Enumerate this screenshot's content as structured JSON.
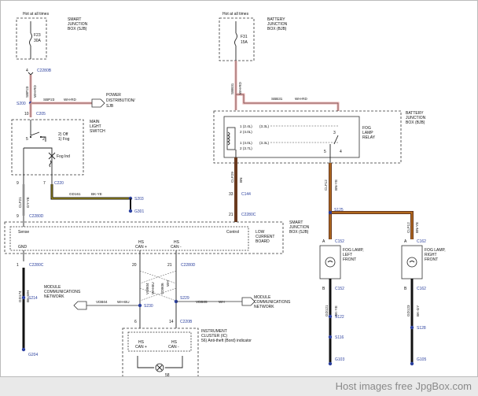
{
  "labels": {
    "hot1": "Hot at all times",
    "hot2": "Hot at all times",
    "sjb_top_1": "SMART",
    "sjb_top_2": "JUNCTION",
    "sjb_top_3": "BOX (SJB)",
    "bjb_top_1": "BATTERY",
    "bjb_top_2": "JUNCTION",
    "bjb_top_3": "BOX (BJB)",
    "fuse_f23_id": "F23",
    "fuse_f23_rating": "30A",
    "fuse_f31_id": "F31",
    "fuse_f31_rating": "15A",
    "pin4": "4",
    "c2280b": "C2280B",
    "sbp23_vert": "SBP23",
    "whrd_vert": "WH-RD",
    "s200": "S200",
    "sbp23_h": "SBP23",
    "whrd_h": "WH-RD",
    "pd_1": "POWER",
    "pd_2": "DISTRIBUTION/",
    "pd_3": "SJB",
    "pin10": "10",
    "c205": "C205",
    "mls_1": "MAIN",
    "mls_2": "LIGHT",
    "mls_3": "SWITCH",
    "sw_5": "5",
    "sw_2": "2",
    "sw_off": "2) Off",
    "sw_fog": "1) Fog",
    "fog_ind": "Fog Ind",
    "pin9_top": "9",
    "pin7": "7",
    "c220": "C220",
    "clf21": "CLF21",
    "gyyr": "GY-YE",
    "gd161": "GD161",
    "bkye_mid": "BK-YE",
    "s203": "S203",
    "g301": "G301",
    "pin9_b": "9",
    "c2280d_a": "C2280D",
    "sbb31_vert": "SBB31",
    "whrd_vert2": "WH-RD",
    "sbb31_h": "SBB31",
    "whrd_h2": "WH-RD",
    "bjb_mid_1": "BATTERY",
    "bjb_mid_2": "JUNCTION",
    "bjb_mid_3": "BOX (BJB)",
    "relay_1": "FOG",
    "relay_2": "LAMP",
    "relay_3": "RELAY",
    "r1_24l": "1 (2.4L)",
    "r2_24l": "2 (4.0L)",
    "r1_40l": "1 (4.0L)",
    "r2_37l": "2 (3.7L)",
    "r_3l_a": "(3.3L)",
    "r_3l_b": "(3.3L)",
    "r_5": "5",
    "r_4": "4",
    "r_3": "3",
    "clf29": "CLF29",
    "bn": "BN",
    "pin33": "33",
    "c144": "C144",
    "clf12_a": "CLF12",
    "bnye_a": "BN-YE",
    "pin21_a": "21",
    "c2280c_a": "C2280C",
    "s125": "S125",
    "clf12_b": "CLF12",
    "bnye_b": "BN-YE",
    "sjb_mid_1": "SMART",
    "sjb_mid_2": "JUNCTION",
    "sjb_mid_3": "BOX (SJB)",
    "sense": "Sense",
    "control": "Control",
    "lcb_1": "LOW",
    "lcb_2": "CURRENT",
    "lcb_3": "BOARD",
    "gnd": "GND",
    "hs_can_p": "HS",
    "hs_can_p2": "CAN +",
    "hs_can_m": "HS",
    "hs_can_m2": "CAN -",
    "pin1_a": "1",
    "c2280c_b": "C2280C",
    "pin20": "20",
    "pin21_b": "21",
    "c2280d_b": "C2280D",
    "gd174": "GD174",
    "bkwh": "BK-WH",
    "vdb04_v": "VDB04",
    "whbu_v": "WH-BU",
    "vdb06_v": "VDB06",
    "wh_v": "WH",
    "mcn_l1": "MODULE",
    "mcn_l2": "COMMUNICATIONS",
    "mcn_l3": "NETWORK",
    "vdb04_h": "VDB04",
    "whbu_h": "WH-BU",
    "s230": "S230",
    "s229": "S229",
    "vdb05_h": "VDB05",
    "wh_h": "WH",
    "mcn_r1": "MODULE",
    "mcn_r2": "COMMUNICATIONS",
    "mcn_r3": "NETWORK",
    "s214": "S214",
    "pin6": "6",
    "pin14": "14",
    "c220b": "C220B",
    "ic_1": "INSTRUMENT",
    "ic_2": "CLUSTER (IC)",
    "ic_3": "56) Anti-theft (Bord) indicator",
    "ic_hs1": "HS",
    "ic_can1": "CAN +",
    "ic_hs2": "HS",
    "ic_can2": "CAN -",
    "ic_58": "58",
    "g204": "G204",
    "pin_a_l": "A",
    "c152_t": "C152",
    "fll_1": "FOG LAMP,",
    "fll_2": "LEFT",
    "fll_3": "FRONT",
    "pin_b_l": "B",
    "c152_b": "C152",
    "gd121": "GD121",
    "bkye_l": "BK-YE",
    "s122": "S122",
    "s116": "S116",
    "g103": "G103",
    "pin_a_r": "A",
    "c162_t": "C162",
    "flr_1": "FOG LAMP,",
    "flr_2": "RIGHT",
    "flr_3": "FRONT",
    "pin_b_r": "B",
    "c162_b": "C162",
    "gd123": "GD123",
    "bkgy": "BK-GY",
    "s128": "S128",
    "g105": "G105"
  },
  "footer": {
    "text": "Host images free JpgBox.com"
  },
  "colors": {
    "bus_brown": "#6a3a1f",
    "bus_orange": "#c8781e",
    "pink_wire": "#e6a8a8",
    "gnd_black": "#111111",
    "bkye_yellow": "#d8c020",
    "connector_blue": "#2a3f9e"
  }
}
